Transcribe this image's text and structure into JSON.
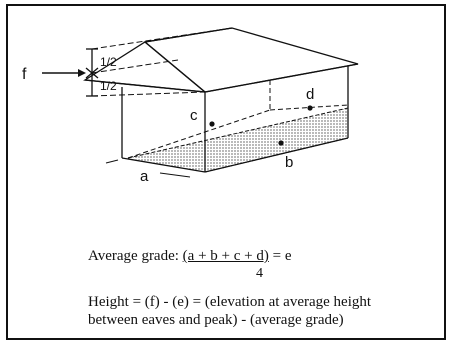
{
  "labels": {
    "f": "f",
    "half_top": "1/2",
    "half_bottom": "1/2",
    "a": "a",
    "b": "b",
    "c": "c",
    "d": "d"
  },
  "formula": {
    "grade_prefix": "Average grade: ",
    "grade_numerator": "(a + b + c + d)",
    "grade_suffix": " = e",
    "grade_denominator": "4",
    "height_line_1": "Height = (f) - (e) = (elevation at average height",
    "height_line_2": "between eaves and peak) - (average grade)"
  },
  "colors": {
    "ink": "#111111",
    "shading": "#bdbdbd"
  }
}
